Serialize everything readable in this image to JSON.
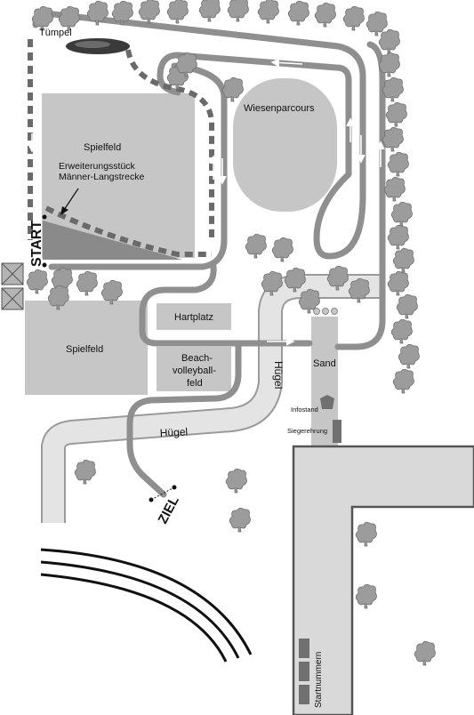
{
  "map": {
    "labels": {
      "tuempel": "Tümpel",
      "wiesenparcours": "Wiesenparcours",
      "spielfeld_top": "Spielfeld",
      "erweiterung_1": "Erweiterungsstück",
      "erweiterung_2": "Männer-Langstrecke",
      "start": "START",
      "spielfeld_bottom": "Spielfeld",
      "hartplatz": "Hartplatz",
      "beach_1": "Beach-",
      "beach_2": "volleyball-",
      "beach_3": "feld",
      "huegel_vertical": "Hügel",
      "huegel_horizontal": "Hügel",
      "sand": "Sand",
      "infostand": "Infostand",
      "siegerehrung": "Siegerehrung",
      "ziel": "ZIEL",
      "startnummern": "Startnummern"
    },
    "colors": {
      "field": "#c6c6c6",
      "route": "#8f8f8f",
      "path_light": "#e4e4e4",
      "path_edge": "#9a9a9a",
      "tree": "#9c9c9c",
      "building_outline": "#555555",
      "dark_box": "#707070",
      "water": "#3a3a3a"
    },
    "icons": [
      "tree-icon",
      "arrow-icon",
      "pond-icon",
      "gate-box-icon"
    ]
  }
}
